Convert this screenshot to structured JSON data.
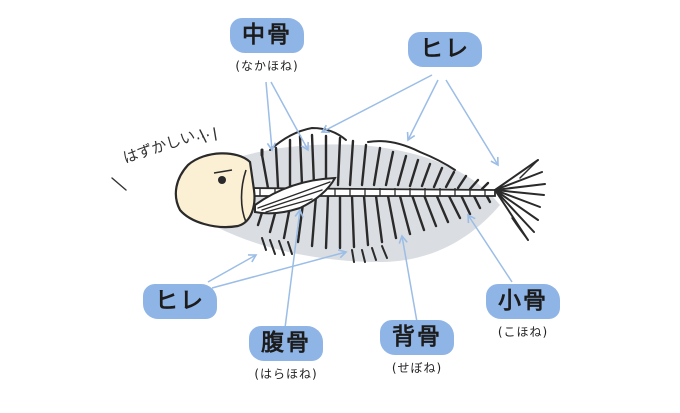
{
  "labels": {
    "nakabone": {
      "name": "中骨",
      "reading": "(なかほね)"
    },
    "hire_top": {
      "name": "ヒレ"
    },
    "hire_left": {
      "name": "ヒレ"
    },
    "harabone": {
      "name": "腹骨",
      "reading": "(はらほね)"
    },
    "sebone": {
      "name": "背骨",
      "reading": "(せぼね)"
    },
    "kobone": {
      "name": "小骨",
      "reading": "(こほね)"
    }
  },
  "exclamation": "はずかしい…",
  "colors": {
    "label_bg": "#8fb4e6",
    "arrow": "#9bbde6",
    "shadow": "#d6d9de",
    "head_fill": "#fbefd4",
    "outline": "#2a2a2a"
  }
}
